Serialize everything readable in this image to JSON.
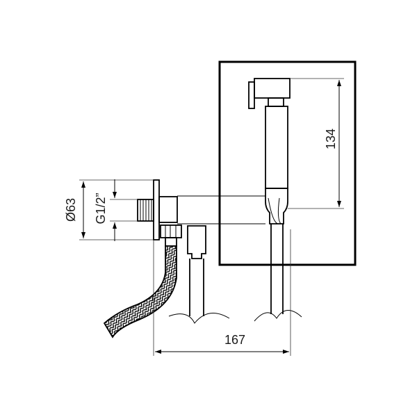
{
  "drawing": {
    "dimensions": {
      "width_label": "167",
      "height_label": "134",
      "diameter_label": "Ø63",
      "thread_label": "G1/2”"
    },
    "colors": {
      "line": "#000000",
      "background": "#ffffff"
    }
  }
}
